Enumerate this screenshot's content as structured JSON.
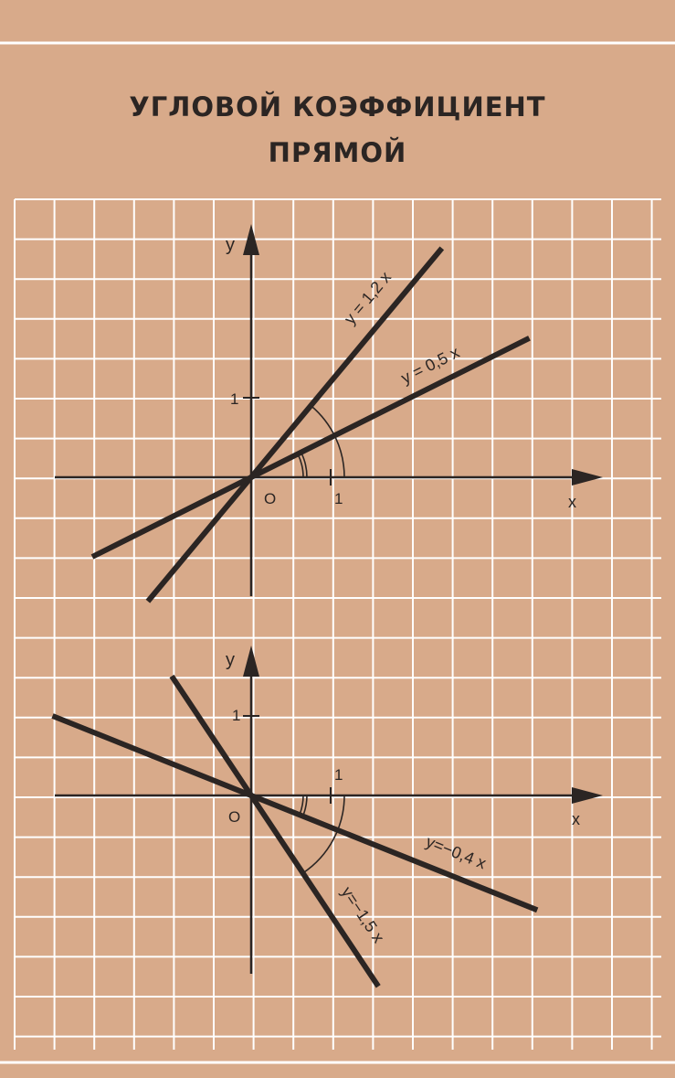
{
  "cover": {
    "title_line1": "УГЛОВОЙ КОЭФФИЦИЕНТ",
    "title_line2": "ПРЯМОЙ",
    "background_color": "#d8aa8a",
    "grid_color": "#ffffff",
    "ink_color": "#2b2523"
  },
  "chart_data": [
    {
      "type": "line",
      "axis_labels": {
        "x": "x",
        "y": "y"
      },
      "origin_label": "O",
      "tick_labels": {
        "x": "1",
        "y": "1"
      },
      "series": [
        {
          "name": "y = 1,2 x",
          "slope": 1.2,
          "x": [
            -1.3,
            2.4
          ]
        },
        {
          "name": "y = 0,5 x",
          "slope": 0.5,
          "x": [
            -2.0,
            3.5
          ]
        }
      ]
    },
    {
      "type": "line",
      "axis_labels": {
        "x": "x",
        "y": "y"
      },
      "origin_label": "O",
      "tick_labels": {
        "x": "1",
        "y": "1"
      },
      "series": [
        {
          "name": "y=−0,4 x",
          "slope": -0.4,
          "x": [
            -2.5,
            3.6
          ]
        },
        {
          "name": "y=−1,5 x",
          "slope": -1.5,
          "x": [
            -1.0,
            1.6
          ]
        }
      ]
    }
  ]
}
